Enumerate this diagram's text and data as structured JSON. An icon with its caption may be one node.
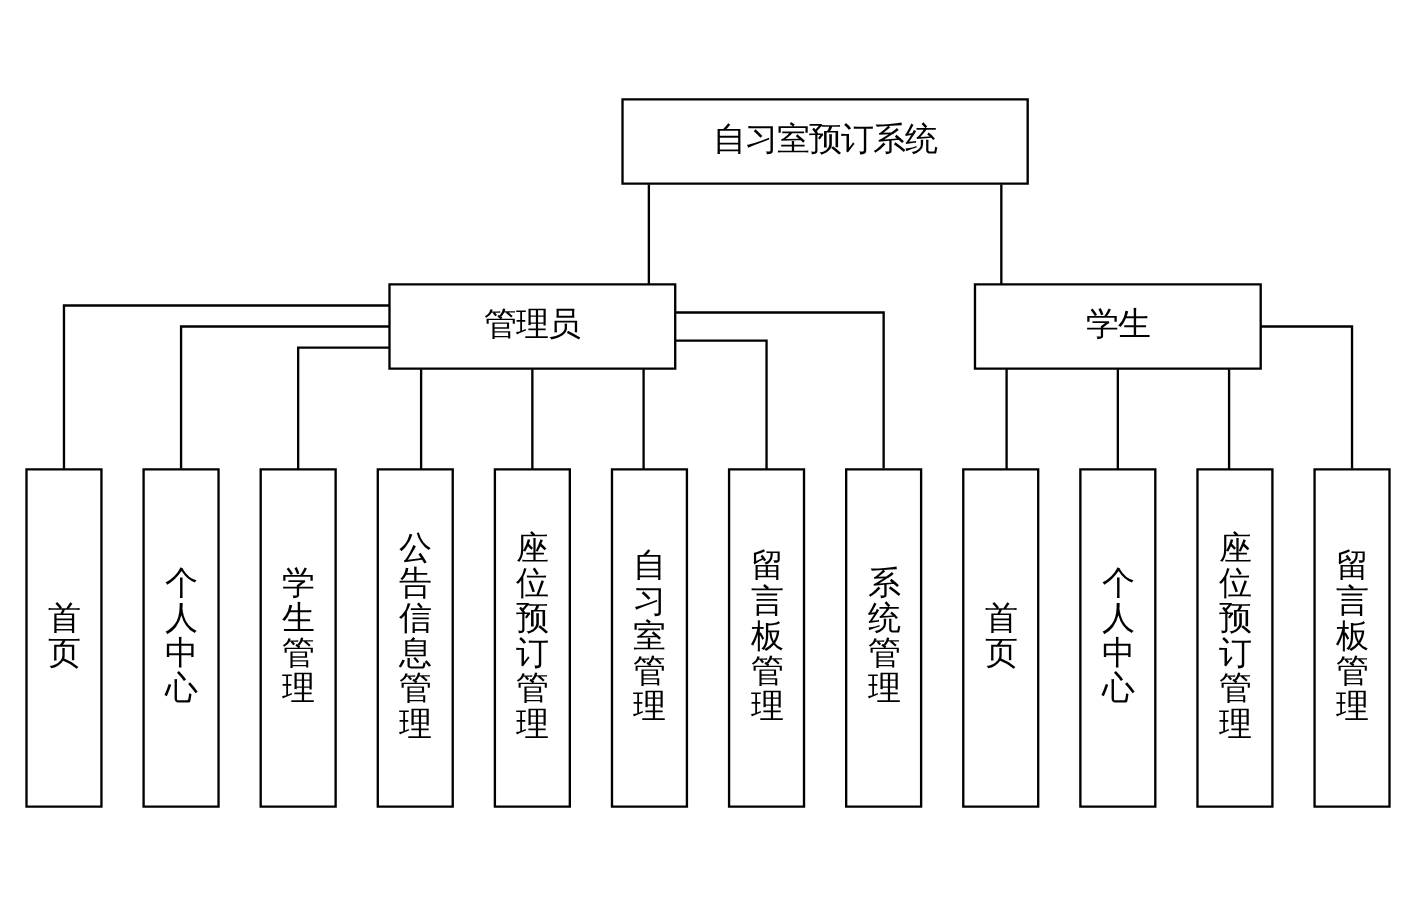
{
  "diagram": {
    "nodes": [
      {
        "text": [
          "自习室预订系统"
        ]
      },
      {
        "text": [
          "管理员"
        ]
      },
      {
        "text": [
          "学生"
        ]
      },
      {
        "text": [
          "首页"
        ]
      },
      {
        "text": [
          "个人中心"
        ]
      },
      {
        "text": [
          "学生管理"
        ]
      },
      {
        "text": [
          "公告信息管理"
        ]
      },
      {
        "text": [
          "座位预订管理"
        ]
      },
      {
        "text": [
          "自习室管理"
        ]
      },
      {
        "text": [
          "留言板管理"
        ]
      },
      {
        "text": [
          "系统管理"
        ]
      },
      {
        "text": [
          "首页"
        ]
      },
      {
        "text": [
          "个人中心"
        ]
      },
      {
        "text": [
          "座位预订管理"
        ]
      },
      {
        "text": [
          "留言板管理"
        ]
      }
    ],
    "edges": [
      {
        "from": 0,
        "to": 1,
        "arrow": "none"
      },
      {
        "from": 0,
        "to": 2,
        "arrow": "none"
      },
      {
        "from": 1,
        "to": 3,
        "arrow": "none"
      },
      {
        "from": 1,
        "to": 4,
        "arrow": "none"
      },
      {
        "from": 1,
        "to": 5,
        "arrow": "none"
      },
      {
        "from": 1,
        "to": 6,
        "arrow": "none"
      },
      {
        "from": 1,
        "to": 7,
        "arrow": "none"
      },
      {
        "from": 1,
        "to": 8,
        "arrow": "none"
      },
      {
        "from": 1,
        "to": 9,
        "arrow": "none"
      },
      {
        "from": 1,
        "to": 10,
        "arrow": "none"
      },
      {
        "from": 2,
        "to": 11,
        "arrow": "none"
      },
      {
        "from": 2,
        "to": 12,
        "arrow": "none"
      },
      {
        "from": 2,
        "to": 13,
        "arrow": "none"
      },
      {
        "from": 2,
        "to": 14,
        "arrow": "none"
      }
    ]
  }
}
